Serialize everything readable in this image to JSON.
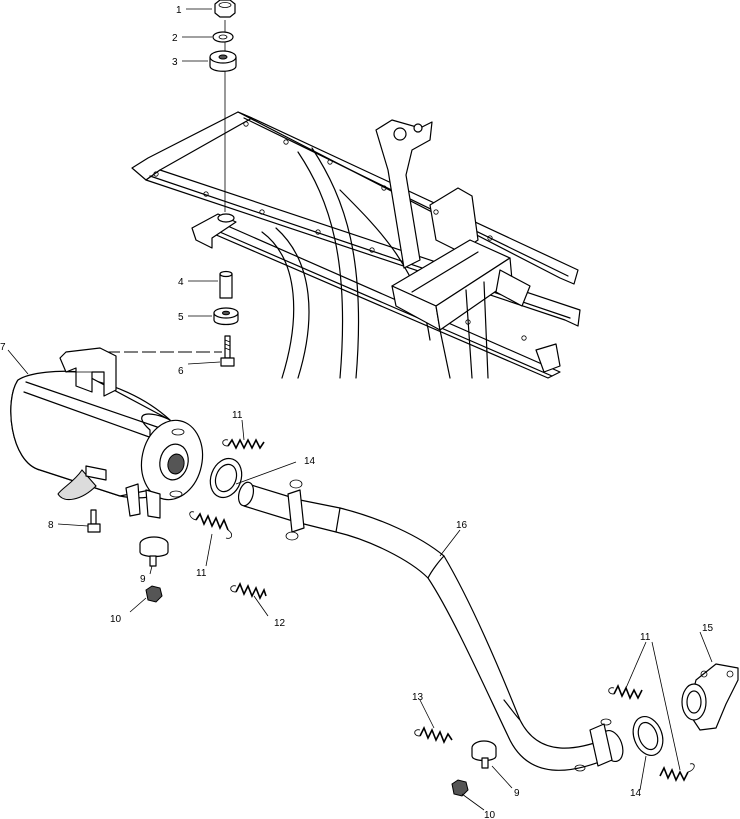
{
  "callouts": {
    "c1": "1",
    "c2": "2",
    "c3": "3",
    "c4": "4",
    "c5": "5",
    "c6": "6",
    "c7": "7",
    "c8": "8",
    "c9a": "9",
    "c9b": "9",
    "c10a": "10",
    "c10b": "10",
    "c11a": "11",
    "c11b": "11",
    "c11c": "11",
    "c12": "12",
    "c13": "13",
    "c14a": "14",
    "c14b": "14",
    "c15": "15",
    "c16": "16"
  }
}
